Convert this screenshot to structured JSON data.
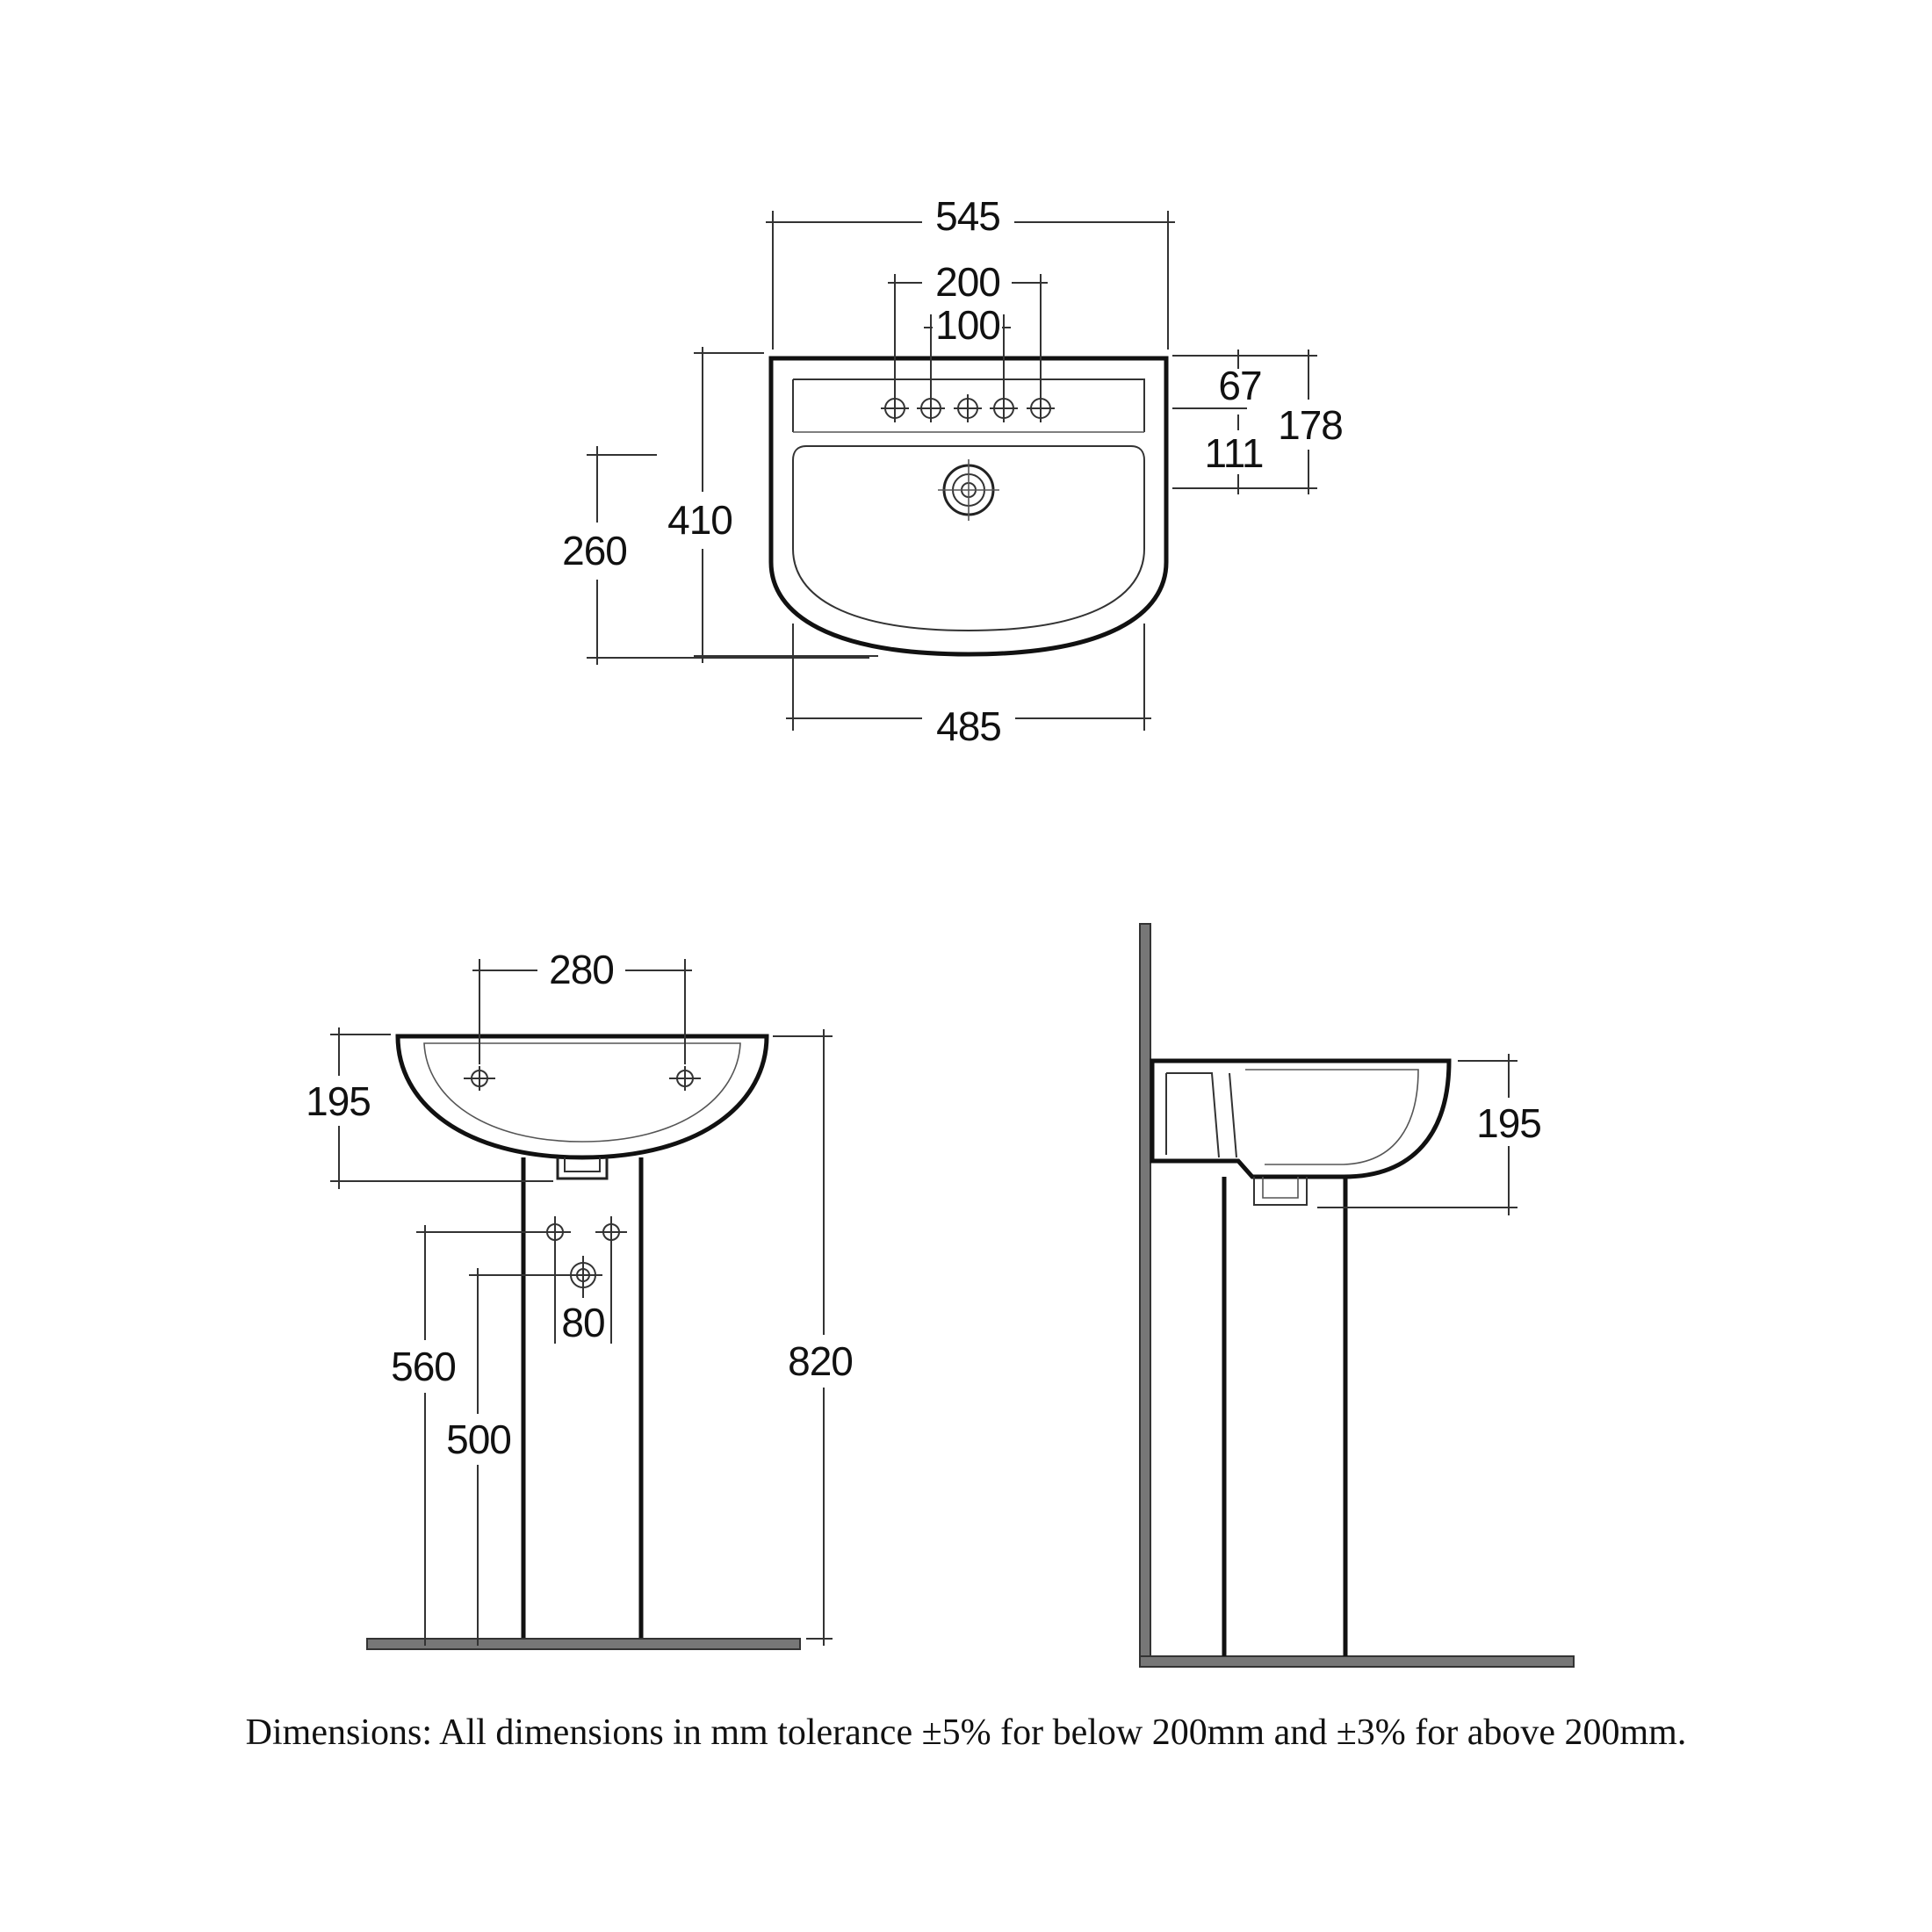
{
  "top_view": {
    "overall_width": "545",
    "tap_hole_span_outer": "200",
    "tap_hole_span_inner": "100",
    "back_to_tap_holes": "67",
    "back_to_waste": "178",
    "tap_holes_to_waste": "111",
    "overall_depth": "410",
    "bowl_depth": "260",
    "bowl_width": "485"
  },
  "front_view": {
    "fixing_centres": "280",
    "basin_height": "195",
    "pedestal_height": "820",
    "supply_height": "560",
    "waste_height": "500",
    "supply_centres": "80"
  },
  "side_view": {
    "basin_height": "195"
  },
  "note": "Dimensions: All dimensions in mm tolerance ±5% for below 200mm and ±3% for above 200mm.",
  "colors": {
    "line": "#111111",
    "floor": "#777777",
    "background": "#ffffff"
  }
}
